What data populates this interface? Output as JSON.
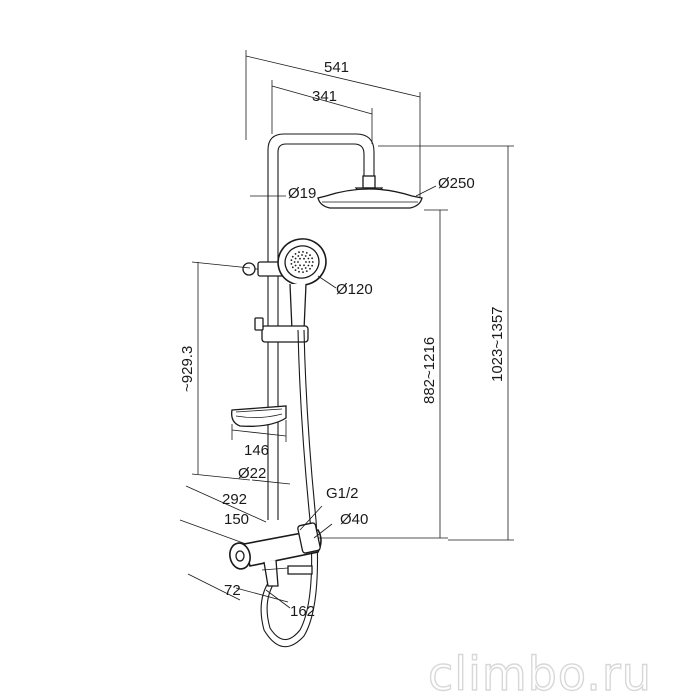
{
  "dimensions": {
    "overall_width": "541",
    "arm_reach": "341",
    "rail_diameter": "Ø19",
    "overhead_diameter": "Ø250",
    "hand_shower_diameter": "Ø120",
    "bracket_height": "~929.3",
    "adjustable_height": "882~1216",
    "total_height": "1023~1357",
    "soap_dish_width": "146",
    "lower_pipe_diameter": "Ø22",
    "wall_distance_292": "292",
    "wall_distance_150": "150",
    "thread": "G1/2",
    "mixer_diameter": "Ø40",
    "spout_72": "72",
    "spout_162": "162"
  },
  "watermark": "climbo.ru",
  "colors": {
    "ink": "#1a1a1a",
    "watermark": "#d8d8d8",
    "background": "#ffffff"
  }
}
